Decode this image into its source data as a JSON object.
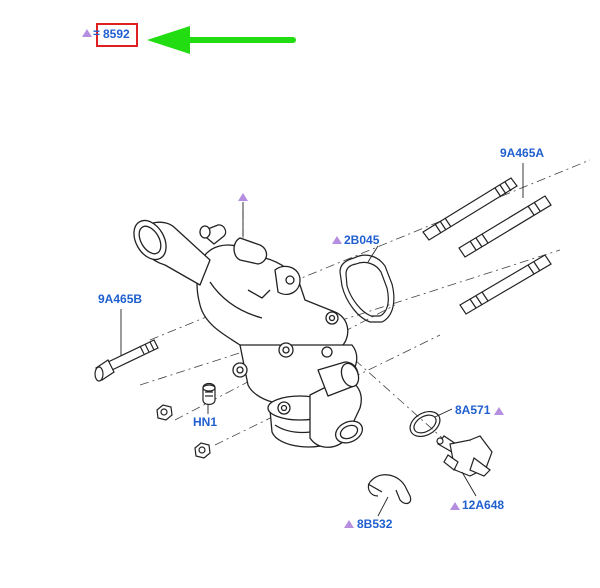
{
  "colors": {
    "label": "#1f5fcf",
    "triangle": "#b58ee0",
    "highlight_box": "#e02020",
    "arrow": "#22dd11",
    "line": "#222222"
  },
  "header": {
    "equals": "=",
    "part_number": "8592"
  },
  "callouts": {
    "stud_top": "9A465A",
    "gasket": "2B045",
    "stud_left": "9A465B",
    "nut": "HN1",
    "o_ring": "8A571",
    "sensor": "12A648",
    "clip": "8B532"
  },
  "icons": {
    "header_marker": "triangle-icon",
    "arrow": "green-arrow-icon"
  }
}
